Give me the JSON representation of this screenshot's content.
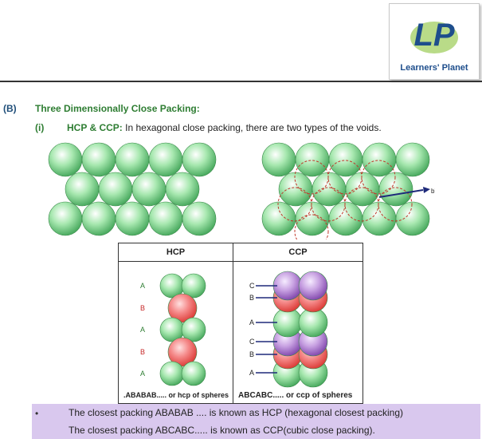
{
  "logo": {
    "mark": "LP",
    "name": "Learners' Planet"
  },
  "section": {
    "label": "(B)",
    "title": "Three Dimensionally Close Packing:",
    "sub_label": "(i)",
    "sub_title": "HCP & CCP:",
    "sub_text": " In hexagonal close packing, there are two types of the voids."
  },
  "diagram_right": {
    "arrow_label": "b'"
  },
  "table": {
    "headers": [
      "HCP",
      "CCP"
    ],
    "hcp_layers": [
      "A",
      "B",
      "A",
      "B",
      "A"
    ],
    "ccp_layers": [
      "C",
      "B",
      "A",
      "C",
      "B",
      "A"
    ],
    "hcp_caption": ".ABABAB..... or hcp of spheres",
    "ccp_caption": "ABCABC..... or ccp of spheres"
  },
  "notes": {
    "bullet": "•",
    "line1": "The closest packing ABABAB .... is known as HCP (hexagonal closest packing)",
    "line2": "The closest packing ABCABC..... is known as CCP(cubic close packing)."
  },
  "colors": {
    "green_sphere": "#8fdc9a",
    "red_sphere": "#f26b6b",
    "purple_sphere": "#b07fd0",
    "highlight": "#d9c8ee"
  }
}
